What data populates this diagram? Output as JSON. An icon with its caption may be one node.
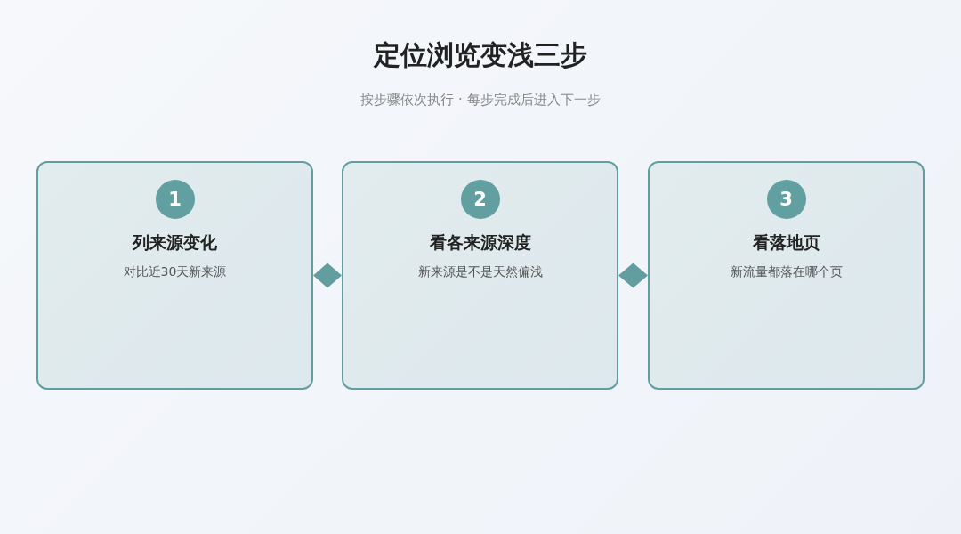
{
  "diagram": {
    "title": "定位浏览变浅三步",
    "nodes": [
      {
        "text": [
          "列来源变化",
          "对比近30天新来源"
        ]
      },
      {
        "text": [
          "1"
        ],
        "in": 0
      },
      {
        "text": [
          "看各来源深度",
          "新来源是不是天然偏浅"
        ]
      },
      {
        "text": [
          "2"
        ],
        "in": 2
      },
      {
        "text": [
          "看落地页",
          "新流量都落在哪个页"
        ]
      },
      {
        "text": [
          "3"
        ],
        "in": 4
      }
    ],
    "edges": [
      {
        "from": 0,
        "to": 2,
        "arrow": "none"
      },
      {
        "from": 2,
        "to": 4,
        "arrow": "none"
      }
    ],
    "labels": [
      "按步骤依次执行 · 每步完成后进入下一步"
    ]
  }
}
